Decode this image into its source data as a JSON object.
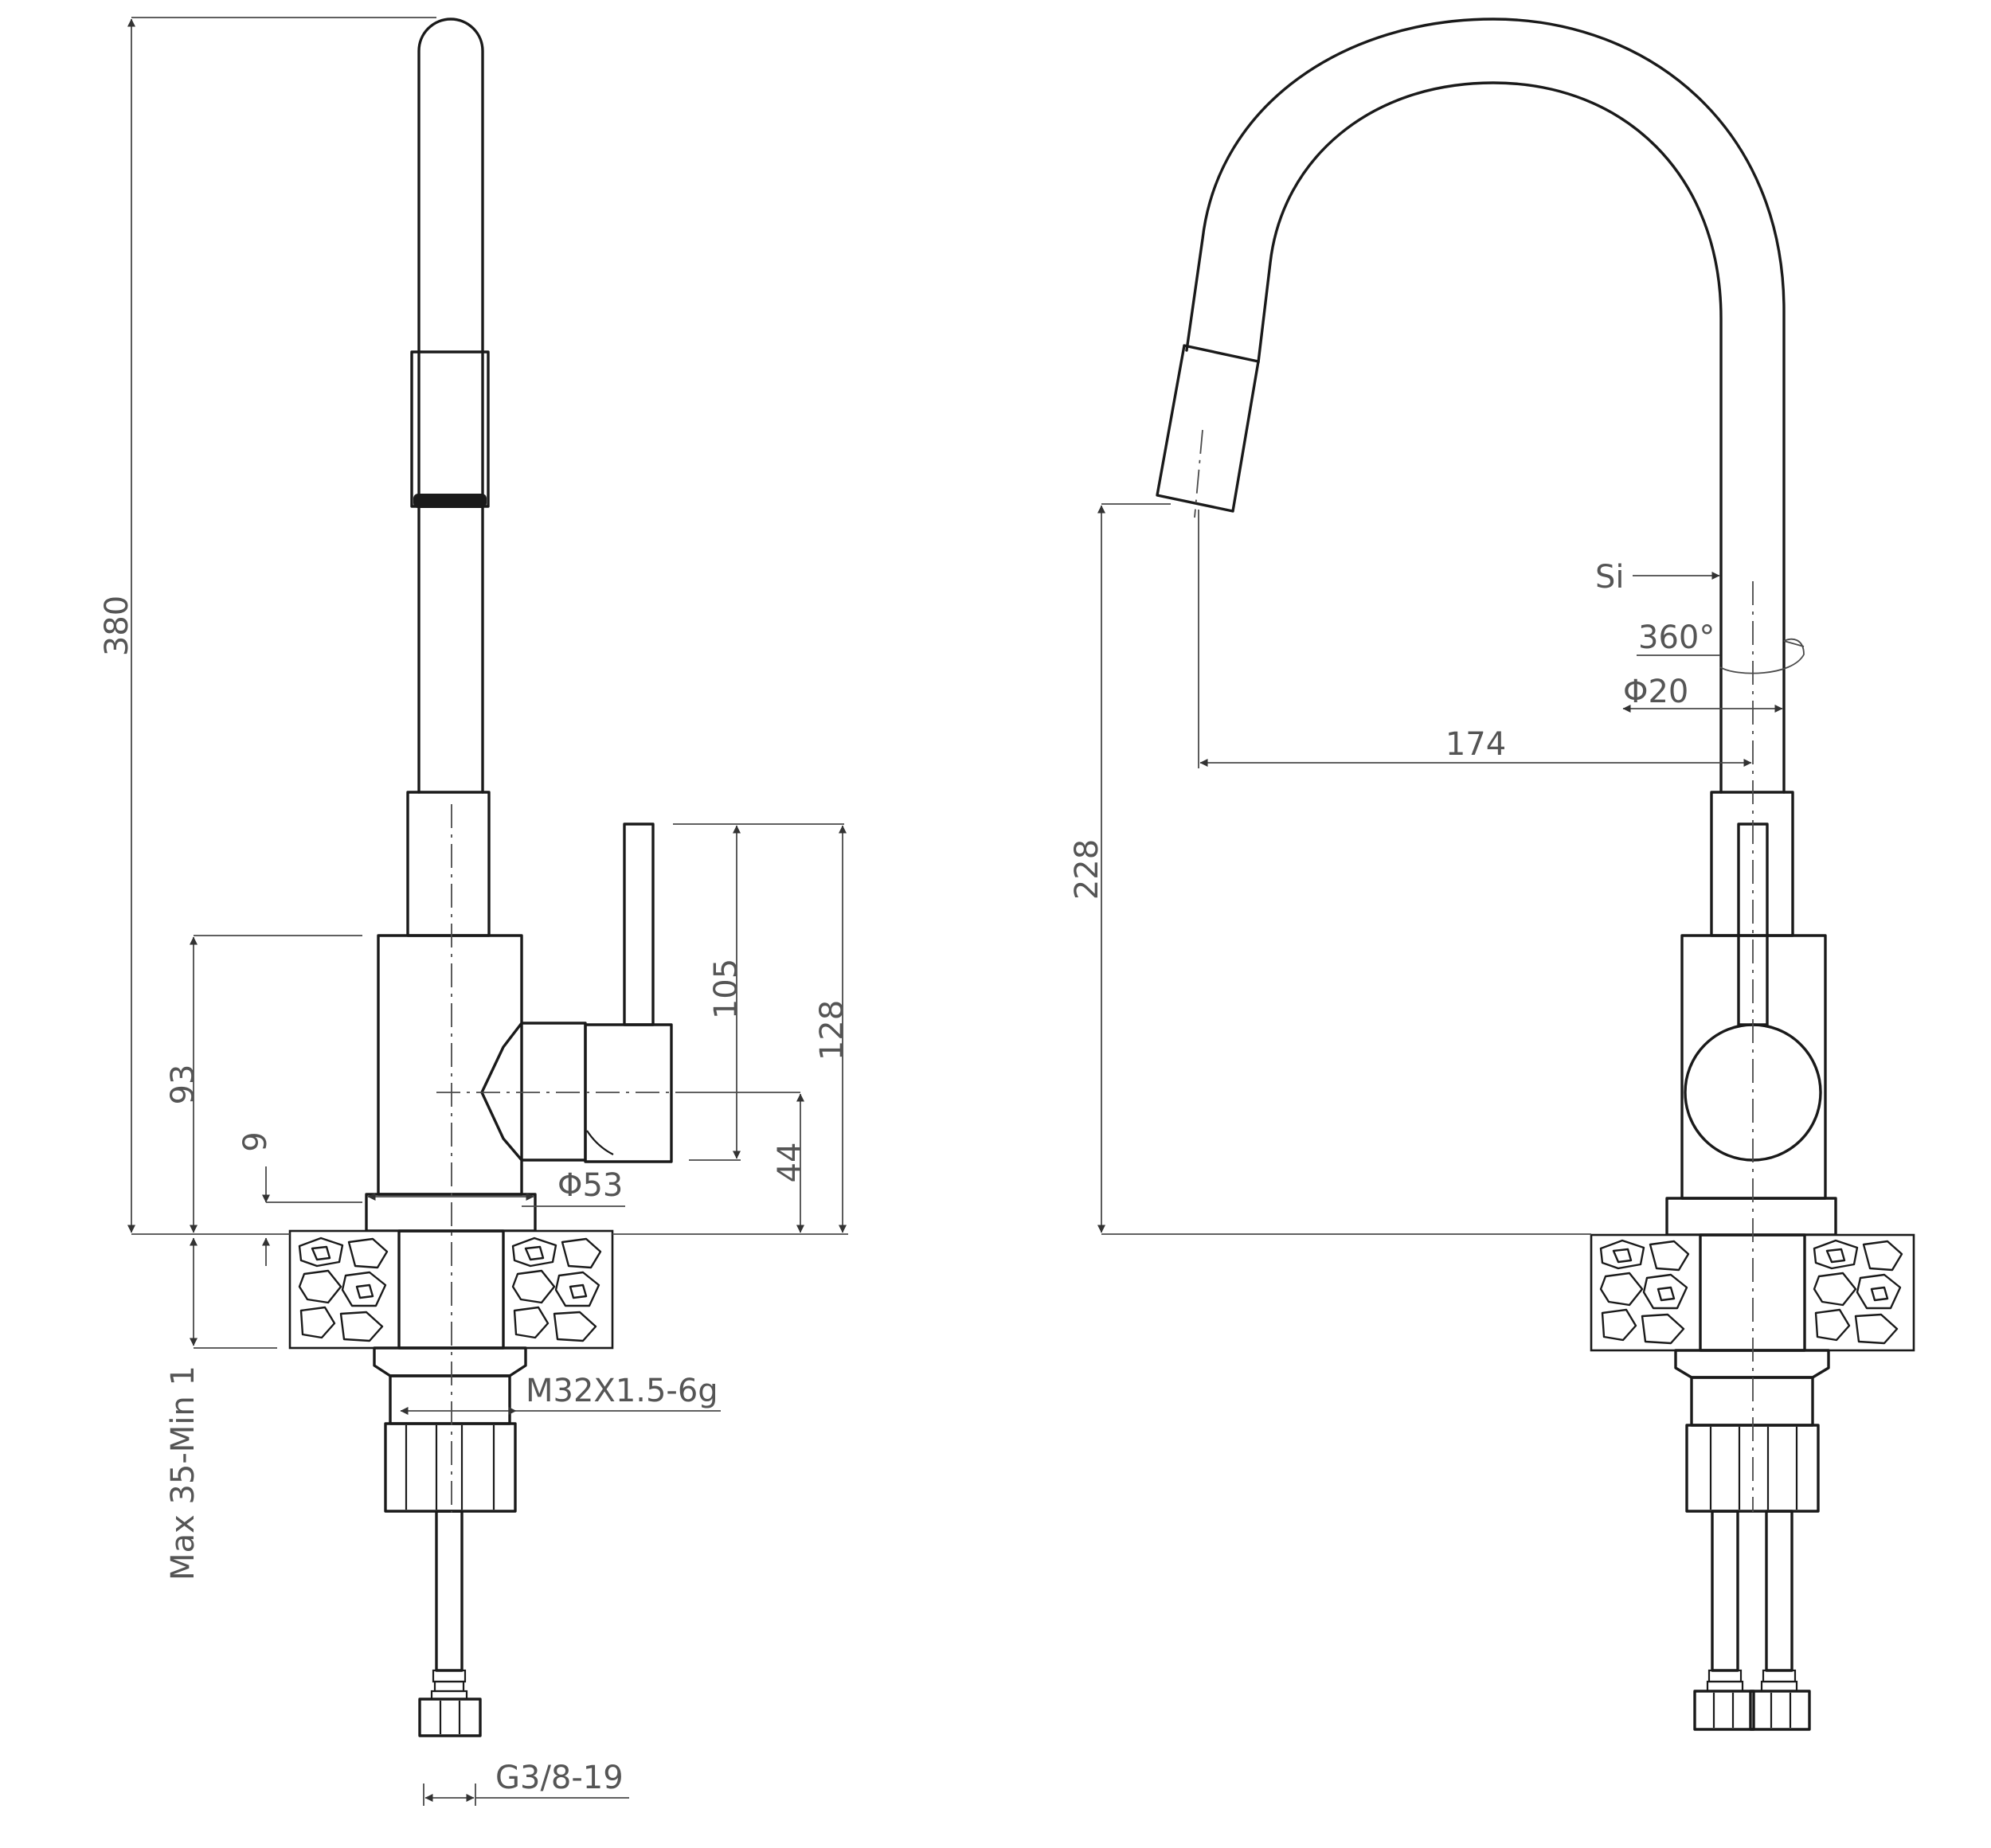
{
  "dimensions": {
    "height_total": "380",
    "height_body": "93",
    "base_offset": "9",
    "handle_length": "105",
    "handle_offset": "44",
    "handle_height": "128",
    "base_diameter": "Φ53",
    "counter_thickness": "Max 35-Min 1",
    "thread": "M32X1.5-6g",
    "hose_connection": "G3/8-19",
    "spout_height": "228",
    "spout_reach": "174",
    "spout_material": "Si",
    "rotation": "360°",
    "spout_diameter": "Φ20"
  },
  "colors": {
    "line": "#1a1a1a",
    "dimension": "#4a4a4a",
    "text": "#555555"
  }
}
